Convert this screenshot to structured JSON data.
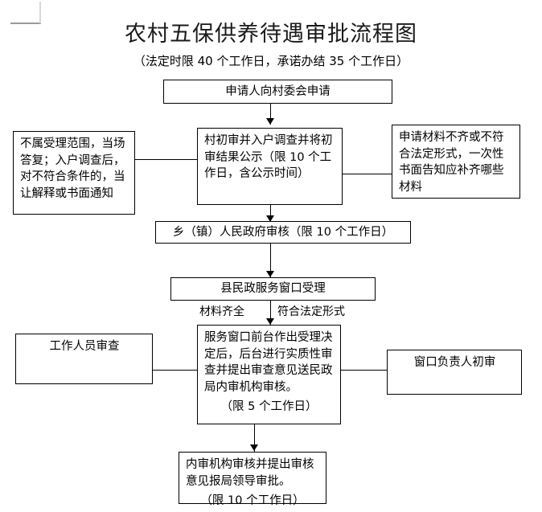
{
  "page": {
    "title": "农村五保供养待遇审批流程图",
    "subtitle": "（法定时限 40 个工作日，承诺办结 35 个工作日）",
    "corner_mark": "corner-crop-mark"
  },
  "flow": {
    "nodes": [
      {
        "id": "apply",
        "name": "node-apply-to-village-committee",
        "text": "申请人向村委会申请"
      },
      {
        "id": "village-review",
        "name": "node-village-preliminary-review",
        "text": "村初审并入户调查并将初审结果公示（限 10 个工作日，含公示时间）"
      },
      {
        "id": "not-accepted",
        "name": "node-out-of-scope-reply",
        "text": "不属受理范围，当场答复；入户调查后，对不符合条件的，当让解释或书面通知"
      },
      {
        "id": "incomplete-materials",
        "name": "node-incomplete-materials-notice",
        "text": "申请材料不齐或不符合法定形式，一次性书面告知应补齐哪些材料"
      },
      {
        "id": "township-review",
        "name": "node-township-government-review",
        "text": "乡（镇）人民政府审核（限 10 个工作日）"
      },
      {
        "id": "county-window",
        "name": "node-county-civil-affairs-window",
        "text": "县民政服务窗口受理"
      },
      {
        "id": "window-decision",
        "name": "node-window-acceptance-decision",
        "text": "服务窗口前台作出受理决定后，后台进行实质性审查并提出审查意见送民政局内审机构审核。"
      },
      {
        "id": "window-decision-limit",
        "name": "node-window-acceptance-time-limit",
        "text": "（限 5 个工作日）"
      },
      {
        "id": "staff-review",
        "name": "node-staff-review",
        "text": "工作人员审查"
      },
      {
        "id": "window-leader",
        "name": "node-window-supervisor-first-review",
        "text": "窗口负责人初审"
      },
      {
        "id": "internal-audit",
        "name": "node-internal-audit-review",
        "text": "内审机构审核并提出审核意见报局领导审批。"
      },
      {
        "id": "internal-audit-limit",
        "name": "node-internal-audit-time-limit",
        "text": "（限 10 个工作日）"
      }
    ],
    "edge_labels": [
      {
        "id": "materials-complete",
        "name": "edge-label-materials-complete",
        "text": "材料齐全"
      },
      {
        "id": "legal-form",
        "name": "edge-label-conforms-legal-form",
        "text": "符合法定形式"
      }
    ]
  }
}
